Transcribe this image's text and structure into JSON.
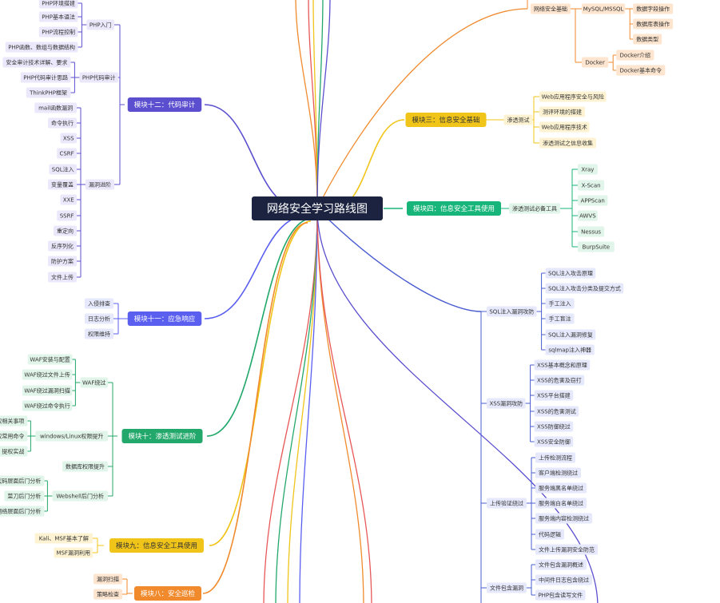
{
  "central": {
    "label": "网络安全学习路线图"
  },
  "colors": {
    "m12": "#5b4fcf",
    "m11": "#5a5ff0",
    "m10": "#22a86a",
    "m9": "#f0c419",
    "m8": "#f08a2c",
    "m3": "#f0c419",
    "m4": "#18b57a",
    "m2": "#f08a2c",
    "blue": "#4a5cd0",
    "leaf_purple": "#ebe8fb",
    "leaf_green": "#e2f5ea",
    "leaf_yellow": "#fdf3d2",
    "leaf_orange": "#fde5cf",
    "leaf_blue": "#e6e9fb"
  },
  "modules": {
    "m12": {
      "label": "模块十二：代码审计",
      "groups": [
        {
          "label": "PHP入门",
          "items": [
            "PHP环境搭建",
            "PHP基本语法",
            "PHP流程控制",
            "PHP函数、数组与数据结构"
          ]
        },
        {
          "label": "PHP代码审计",
          "items": [
            "安全审计技术详解、要求",
            "PHP代码审计思路",
            "ThinkPHP框架"
          ]
        },
        {
          "label": "漏洞进阶",
          "items": [
            "mail函数漏洞",
            "命令执行",
            "XSS",
            "CSRF",
            "SQL注入",
            "变量覆盖",
            "XXE",
            "SSRF",
            "重定向",
            "反序列化",
            "防护方案",
            "文件上传"
          ]
        }
      ]
    },
    "m11": {
      "label": "模块十一：应急响应",
      "items": [
        "入侵排查",
        "日志分析",
        "权限维持"
      ]
    },
    "m10": {
      "label": "模块十：渗透测试进阶",
      "groups": [
        {
          "label": "WAF绕过",
          "items": [
            "WAF安装与配置",
            "WAF绕过文件上传",
            "WAF绕过漏洞扫描",
            "WAF绕过命令执行"
          ]
        },
        {
          "label": "windows/Linux权限提升",
          "items": [
            "提权相关事项",
            "提权常用命令",
            "提权实战"
          ]
        },
        {
          "label": "数据库权限提升",
          "items": []
        },
        {
          "label": "Webshell后门分析",
          "items": [
            "代码层面后门分析",
            "菜刀后门分析",
            "网络层面后门分析"
          ]
        }
      ]
    },
    "m9": {
      "label": "模块九：信息安全工具使用",
      "items": [
        "Kali、MSF基本了解",
        "MSF漏洞利用"
      ]
    },
    "m8": {
      "label": "模块八：安全巡检",
      "items": [
        "漏洞扫描",
        "策略检查"
      ]
    },
    "m2": {
      "sub": "网络安全基础",
      "groups": [
        {
          "label": "MySQL/MSSQL",
          "items": [
            "数据字段操作",
            "数据库表操作",
            "数据类型"
          ]
        },
        {
          "label": "Docker",
          "items": [
            "Docker介绍",
            "Docker基本命令"
          ]
        }
      ]
    },
    "m3": {
      "label": "模块三：信息安全基础",
      "sub": "渗透测试",
      "items": [
        "Web应用程序安全与风险",
        "测评环境的搭建",
        "Web应用程序技术",
        "渗透测试之信息收集"
      ]
    },
    "m4": {
      "label": "模块四：信息安全工具使用",
      "sub": "渗透测试必备工具",
      "items": [
        "Xray",
        "X-Scan",
        "APPScan",
        "AWVS",
        "Nessus",
        "BurpSuite"
      ]
    },
    "m5": {
      "groups": [
        {
          "label": "SQL注入漏洞攻防",
          "items": [
            "SQL注入攻击原理",
            "SQL注入攻击分类及提交方式",
            "手工注入",
            "手工盲注",
            "SQL注入漏洞修复",
            "sqlmap注入神器"
          ]
        },
        {
          "label": "XSS漏洞攻防",
          "items": [
            "XSS基本概念和原理",
            "XSS的危害及窃打",
            "XSS平台搭建",
            "XSS的危害测试",
            "XSS防御绕过",
            "XSS安全防御"
          ]
        },
        {
          "label": "上传验证绕过",
          "items": [
            "上传检测流程",
            "客户端检测绕过",
            "服务端黑名单绕过",
            "服务端白名单绕过",
            "服务端内容检测绕过",
            "代码逻辑",
            "文件上传漏洞安全防范"
          ]
        },
        {
          "label": "文件包含漏洞",
          "items": [
            "文件包含漏洞概述",
            "中间件日志包含绕过",
            "PHP包含读写文件"
          ]
        }
      ]
    }
  }
}
